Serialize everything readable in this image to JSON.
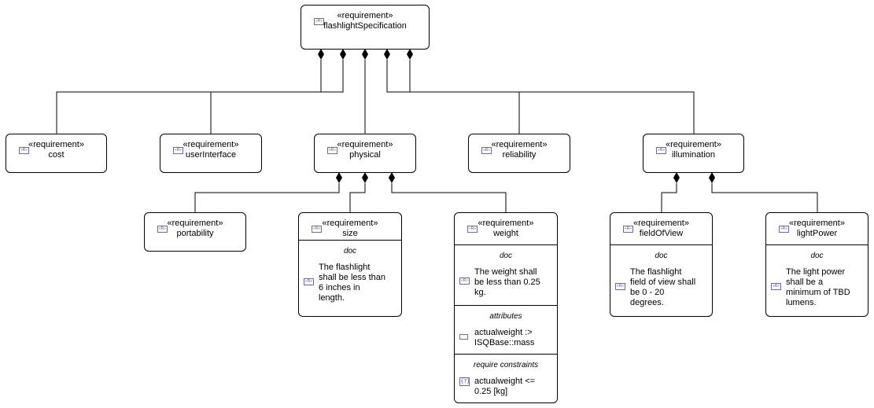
{
  "stereotype": "«requirement»",
  "icon_label": "«R»",
  "constraint_icon_label": "{?}",
  "section_titles": {
    "doc": "doc",
    "attributes": "attributes",
    "constraints": "require constraints"
  },
  "root": {
    "name": "flashlightSpecification"
  },
  "children": {
    "cost": {
      "name": "cost"
    },
    "userInterface": {
      "name": "userInterface"
    },
    "physical": {
      "name": "physical"
    },
    "reliability": {
      "name": "reliability"
    },
    "illumination": {
      "name": "illumination"
    }
  },
  "physical_children": {
    "portability": {
      "name": "portability"
    },
    "size": {
      "name": "size",
      "doc": [
        "The flashlight",
        "shall be less than",
        "6 inches in",
        "length."
      ]
    },
    "weight": {
      "name": "weight",
      "doc": [
        "The weight shall",
        "be less than 0.25",
        "kg."
      ],
      "attribute": [
        "actualweight :>",
        "ISQBase::mass"
      ],
      "constraint": [
        "actualweight <=",
        "0.25 [kg]"
      ]
    }
  },
  "illumination_children": {
    "fieldOfView": {
      "name": "fieldOfView",
      "doc": [
        "The flashlight",
        "field of view shall",
        "be 0 - 20",
        "degrees."
      ]
    },
    "lightPower": {
      "name": "lightPower",
      "doc": [
        "The light power",
        "shall be a",
        "minimum of TBD",
        "lumens."
      ]
    }
  },
  "colors": {
    "line": "#000000",
    "icon": "#6a6aa0",
    "background": "#ffffff"
  }
}
